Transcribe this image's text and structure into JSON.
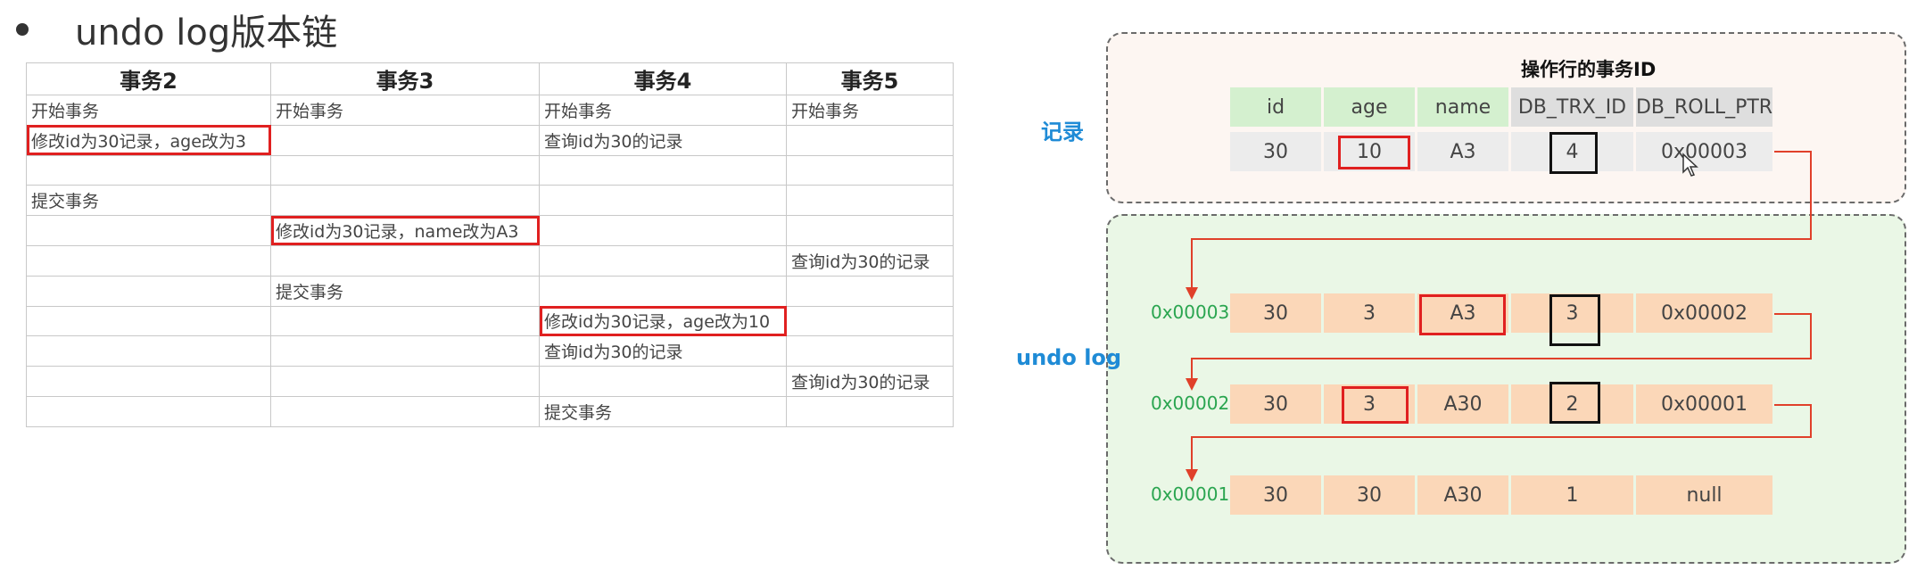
{
  "title": "undo log版本链",
  "table": {
    "headers": [
      "事务2",
      "事务3",
      "事务4",
      "事务5"
    ],
    "rows": [
      [
        "开始事务",
        "开始事务",
        "开始事务",
        "开始事务"
      ],
      [
        "修改id为30记录，age改为3",
        "",
        "查询id为30的记录",
        ""
      ],
      [
        "",
        "",
        "",
        ""
      ],
      [
        "提交事务",
        "",
        "",
        ""
      ],
      [
        "",
        "修改id为30记录，name改为A3",
        "",
        ""
      ],
      [
        "",
        "",
        "",
        "查询id为30的记录"
      ],
      [
        "",
        "提交事务",
        "",
        ""
      ],
      [
        "",
        "",
        "修改id为30记录，age改为10",
        ""
      ],
      [
        "",
        "",
        "查询id为30的记录",
        ""
      ],
      [
        "",
        "",
        "",
        "查询id为30的记录"
      ],
      [
        "",
        "",
        "提交事务",
        ""
      ]
    ]
  },
  "diagram": {
    "record_label": "记录",
    "undo_label": "undo log",
    "header_note": "操作行的事务ID",
    "columns": [
      "id",
      "age",
      "name",
      "DB_TRX_ID",
      "DB_ROLL_PTR"
    ],
    "record": [
      "30",
      "10",
      "A3",
      "4",
      "0x00003"
    ],
    "undo_rows": [
      {
        "addr": "0x00003",
        "values": [
          "30",
          "3",
          "A3",
          "3",
          "0x00002"
        ]
      },
      {
        "addr": "0x00002",
        "values": [
          "30",
          "3",
          "A30",
          "2",
          "0x00001"
        ]
      },
      {
        "addr": "0x00001",
        "values": [
          "30",
          "30",
          "A30",
          "1",
          "null"
        ]
      }
    ],
    "colors": {
      "record_header": "#d4f0cf",
      "undo_cell": "#fbd7b8",
      "highlight": "#e02020",
      "arrow": "#e0402a",
      "label": "#1f8bd6",
      "addr": "#2aa550"
    }
  }
}
